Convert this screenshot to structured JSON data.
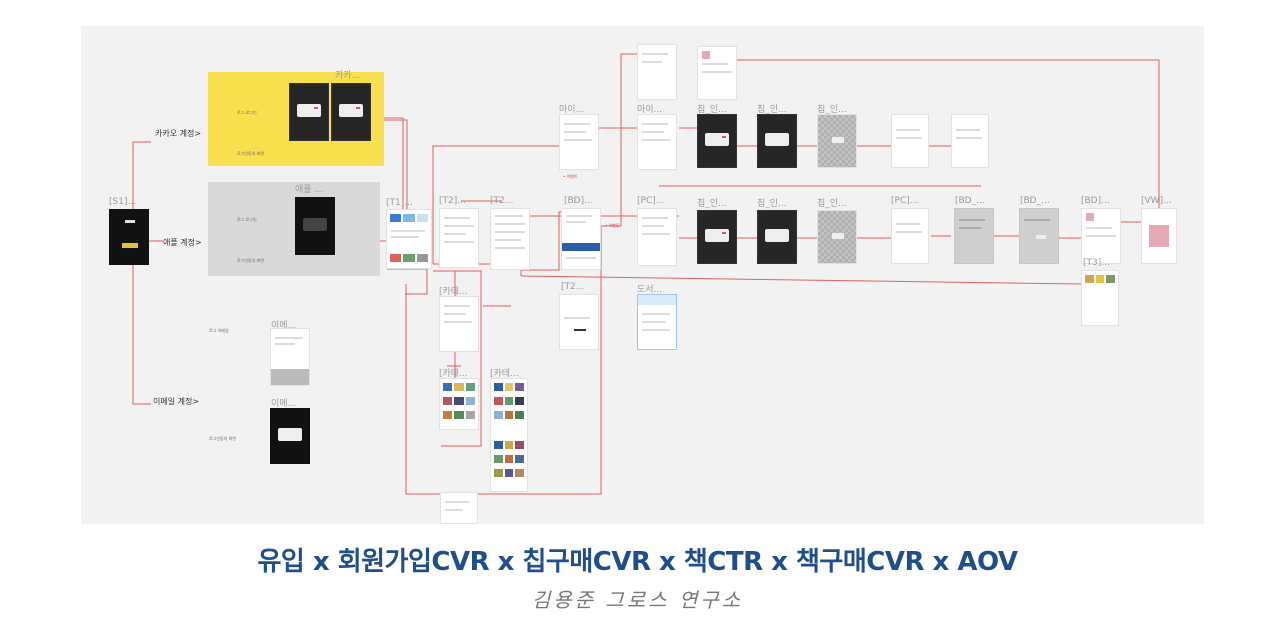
{
  "board": {
    "labels": {
      "s1": "[S1]...",
      "kakao_frame": "카카...",
      "apple_frame": "애플 ...",
      "t1": "[T1]...",
      "t2a": "[T2]...",
      "t2b": "[T2...",
      "bd1": "[BD]...",
      "mypage1": "마이...",
      "mypage2": "마이...",
      "chip1": "칩_인...",
      "chip2": "칩_인...",
      "chip3": "칩_인...",
      "pc1": "[PC]...",
      "chip4": "칩_인...",
      "chip5": "칩_인...",
      "chip6": "칩_인...",
      "pc2": "[PC]...",
      "bd2": "[BD_...",
      "bd3": "[BD_...",
      "bd4": "[BD]...",
      "vw": "[VW]...",
      "t3": "[T3]...",
      "category": "[카테...",
      "t2c": "[T2...",
      "book": "도서...",
      "email1": "이메...",
      "email2": "이메...",
      "cat2": "[카테...",
      "cat3": "[카테..."
    },
    "entries": {
      "kakao": "카카오 계정>",
      "apple": "애플 계정>",
      "email": "이메일 계정>"
    }
  },
  "footer": {
    "title": "유입 x 회원가입CVR x 칩구매CVR x 책CTR x 책구매CVR x AOV",
    "author": "김용준 그로스 연구소"
  }
}
